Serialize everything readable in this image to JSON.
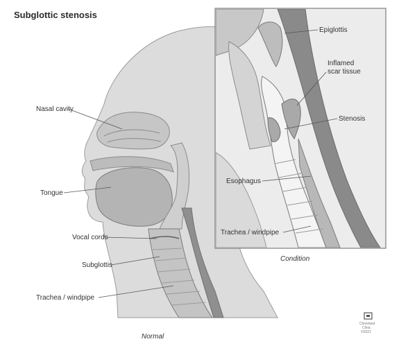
{
  "title": "Subglottic stenosis",
  "labels": {
    "nasal_cavity": "Nasal cavity",
    "tongue": "Tongue",
    "vocal_cords": "Vocal cords",
    "subglottis": "Subglottis",
    "trachea_left": "Trachea / windpipe",
    "epiglottis": "Epiglottis",
    "inflamed_line1": "Inflamed",
    "inflamed_line2": "scar tissue",
    "stenosis": "Stenosis",
    "esophagus": "Esophagus",
    "trachea_right": "Trachea / windpipe"
  },
  "captions": {
    "normal": "Normal",
    "condition": "Condition"
  },
  "logo": {
    "line1": "Cleveland",
    "line2": "Clinic",
    "line3": "©2021"
  },
  "colors": {
    "background": "#ffffff",
    "head_gray": "#d9d9d9",
    "tissue_gray": "#bfbfbf",
    "dark_gray": "#7a7a7a",
    "line": "#555555",
    "frame": "#666666"
  }
}
